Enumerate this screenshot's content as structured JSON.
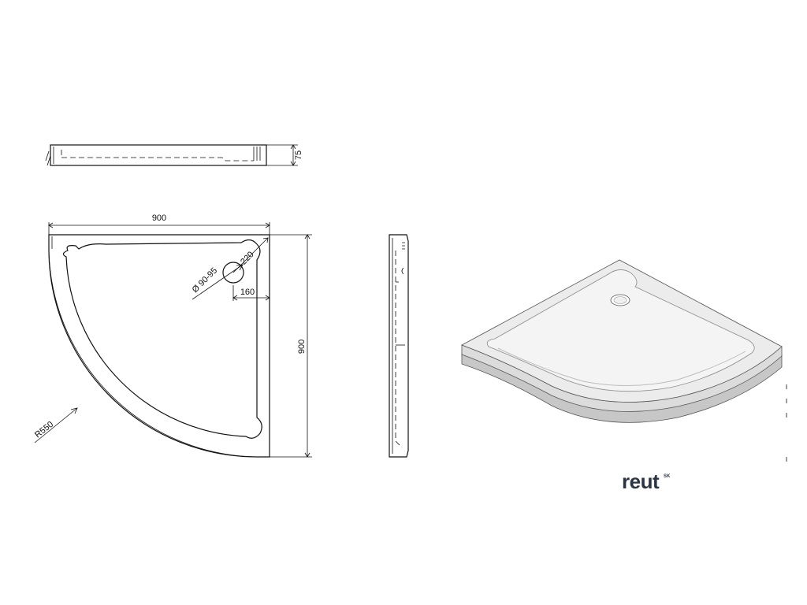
{
  "dimensions": {
    "side_height": "75",
    "top_width": "900",
    "top_depth": "900",
    "drain_offset": "220",
    "drain_diameter": "Ø 90-95",
    "drain_spacing": "160",
    "radius": "R550"
  },
  "brand": {
    "name": "reut",
    "suffix": "SK",
    "color": "#2b3645"
  },
  "colors": {
    "line": "#111111",
    "tray_surface": "#e9e9e9",
    "tray_shadow": "#c7c7c7"
  }
}
